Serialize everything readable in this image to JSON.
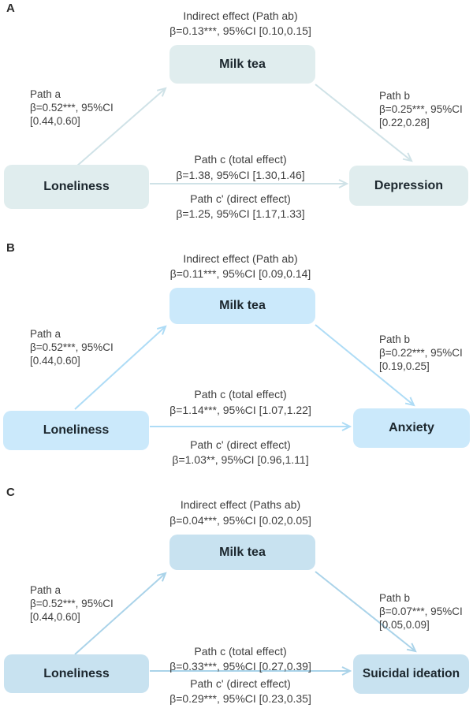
{
  "figure": {
    "background": "#ffffff",
    "text_color": "#3f3f3f",
    "node_text_color": "#1c272e"
  },
  "panels": [
    {
      "label": "A",
      "indirect": [
        "Indirect effect (Path ab)",
        "β=0.13***, 95%CI [0.10,0.15]"
      ],
      "mediator": "Milk tea",
      "predictor": "Loneliness",
      "outcome": "Depression",
      "path_a": [
        "Path a",
        "β=0.52***, 95%CI",
        "[0.44,0.60]"
      ],
      "path_b": [
        "Path b",
        "β=0.25***, 95%CI",
        "[0.22,0.28]"
      ],
      "path_c": [
        "Path c (total effect)",
        "β=1.38, 95%CI [1.30,1.46]"
      ],
      "path_c_prime": [
        "Path c' (direct effect)",
        "β=1.25, 95%CI [1.17,1.33]"
      ],
      "box_color": "#e0edee",
      "arrow_color": "#cfe2e7"
    },
    {
      "label": "B",
      "indirect": [
        "Indirect effect (Path ab)",
        "β=0.11***, 95%CI [0.09,0.14]"
      ],
      "mediator": "Milk tea",
      "predictor": "Loneliness",
      "outcome": "Anxiety",
      "path_a": [
        "Path a",
        "β=0.52***, 95%CI",
        "[0.44,0.60]"
      ],
      "path_b": [
        "Path b",
        "β=0.22***, 95%CI",
        "[0.19,0.25]"
      ],
      "path_c": [
        "Path c (total effect)",
        "β=1.14***, 95%CI [1.07,1.22]"
      ],
      "path_c_prime": [
        "Path c' (direct effect)",
        "β=1.03**, 95%CI [0.96,1.11]"
      ],
      "box_color": "#cbe9fb",
      "arrow_color": "#aedcf6"
    },
    {
      "label": "C",
      "indirect": [
        "Indirect effect (Paths ab)",
        "β=0.04***, 95%CI [0.02,0.05]"
      ],
      "mediator": "Milk tea",
      "predictor": "Loneliness",
      "outcome": "Suicidal ideation",
      "path_a": [
        "Path a",
        "β=0.52***, 95%CI",
        "[0.44,0.60]"
      ],
      "path_b": [
        "Path b",
        "β=0.07***, 95%CI",
        "[0.05,0.09]"
      ],
      "path_c": [
        "Path c (total effect)",
        "β=0.33***, 95%CI [0.27,0.39]"
      ],
      "path_c_prime": [
        "Path c' (direct effect)",
        "β=0.29***, 95%CI [0.23,0.35]"
      ],
      "box_color": "#c8e2f0",
      "arrow_color": "#aad3e9"
    }
  ]
}
